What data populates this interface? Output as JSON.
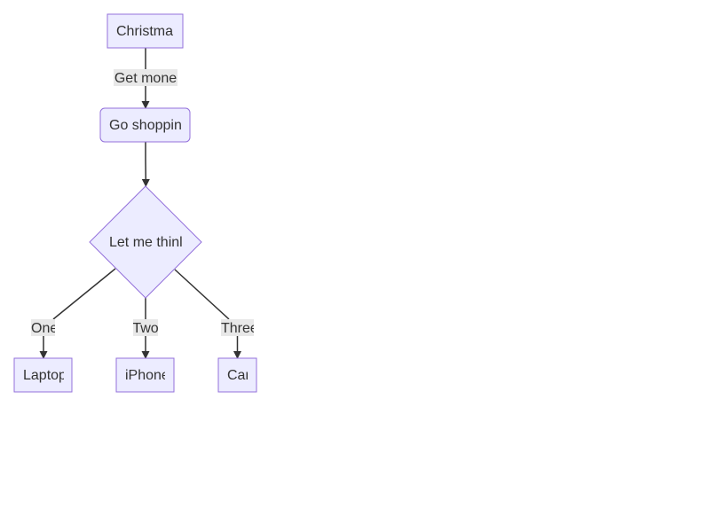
{
  "diagram": {
    "nodes": {
      "christmas": {
        "label": "Christma"
      },
      "shopping": {
        "label": "Go shoppin"
      },
      "decision": {
        "label": "Let me thinl"
      },
      "laptop": {
        "label": "Laptop"
      },
      "iphone": {
        "label": "iPhone"
      },
      "car": {
        "label": "Car"
      }
    },
    "edges": {
      "get_money": {
        "label": "Get mone"
      },
      "one": {
        "label": "One"
      },
      "two": {
        "label": "Two"
      },
      "three": {
        "label": "Three"
      }
    },
    "colors": {
      "node_fill": "#ECECFF",
      "node_stroke": "#9370DB",
      "edge": "#333333",
      "label_bg": "#e8e8e8",
      "text": "#333333"
    }
  }
}
